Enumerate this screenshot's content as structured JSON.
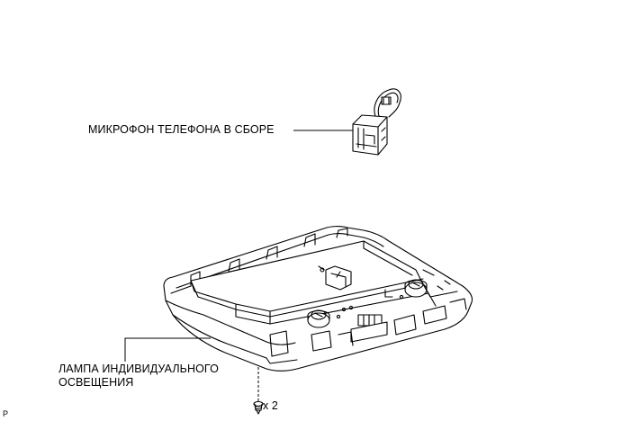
{
  "callouts": {
    "microphone": "МИКРОФОН ТЕЛЕФОНА В СБОРЕ",
    "lamp_line1": "ЛАМПА ИНДИВИДУАЛЬНОГО",
    "lamp_line2": "ОСВЕЩЕНИЯ",
    "screw_qty": "x 2",
    "code": "P"
  },
  "icons": [
    "microphone-assembly-drawing",
    "lamp-assembly-drawing",
    "screw-icon"
  ],
  "colors": {
    "ink": "#000000",
    "background": "#ffffff"
  }
}
